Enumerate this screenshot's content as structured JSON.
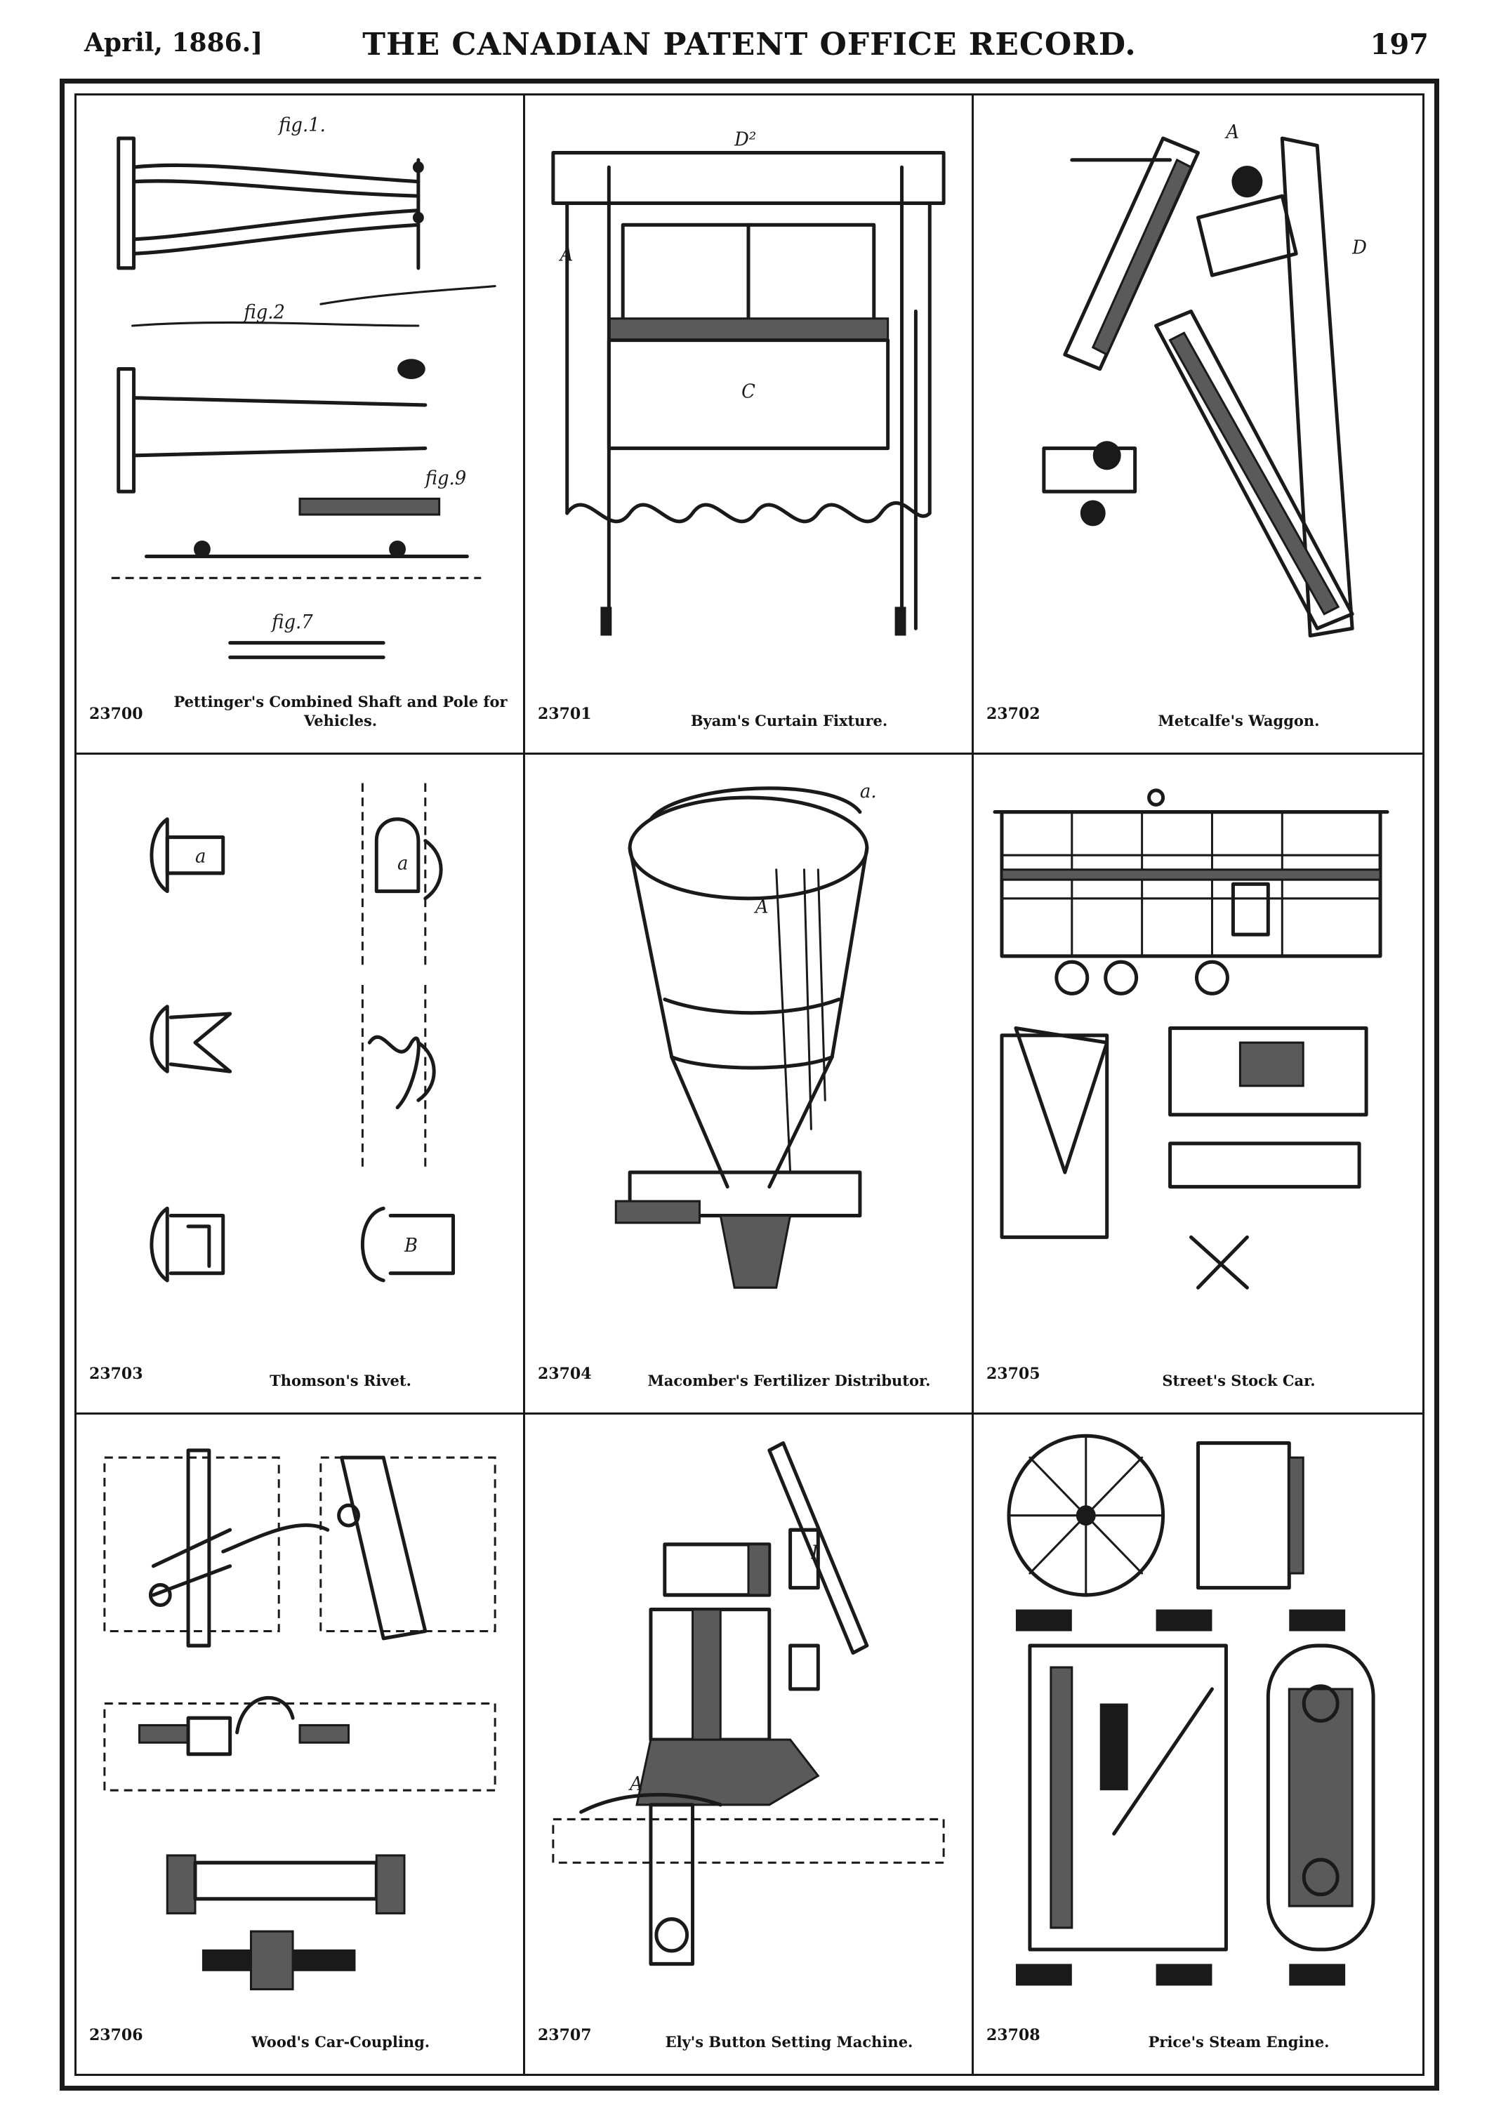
{
  "header": {
    "date": "April, 1886.]",
    "title": "THE CANADIAN PATENT OFFICE RECORD.",
    "page_number": "197"
  },
  "patents": [
    {
      "number": "23700",
      "title": "Pettinger's Combined Shaft and Pole for Vehicles."
    },
    {
      "number": "23701",
      "title": "Byam's Curtain Fixture."
    },
    {
      "number": "23702",
      "title": "Metcalfe's Waggon."
    },
    {
      "number": "23703",
      "title": "Thomson's Rivet."
    },
    {
      "number": "23704",
      "title": "Macomber's Fertilizer Distributor."
    },
    {
      "number": "23705",
      "title": "Street's Stock Car."
    },
    {
      "number": "23706",
      "title": "Wood's Car-Coupling."
    },
    {
      "number": "23707",
      "title": "Ely's Button Setting Machine."
    },
    {
      "number": "23708",
      "title": "Price's Steam Engine."
    }
  ]
}
